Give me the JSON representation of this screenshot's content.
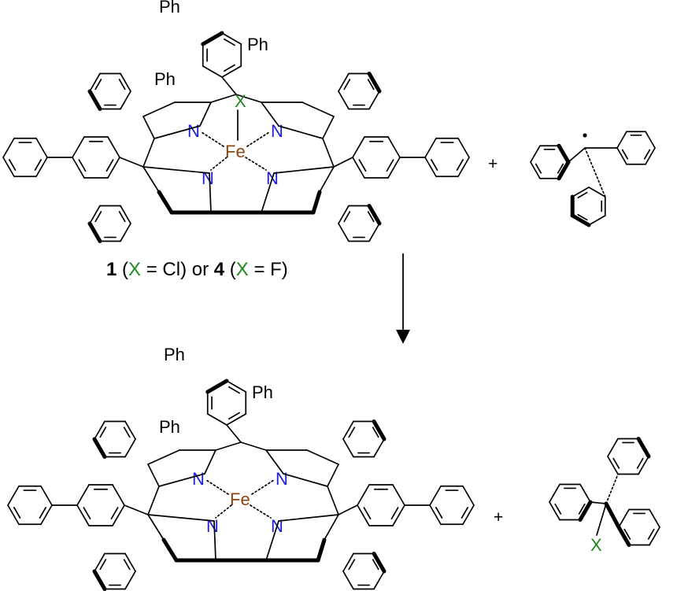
{
  "colors": {
    "nitrogen": "#1f1fd6",
    "iron": "#8b4513",
    "halogen": "#1f8a1f",
    "text": "#000000"
  },
  "labels": {
    "ph": "Ph",
    "n": "N",
    "fe": "Fe",
    "x": "X",
    "plus": "+"
  },
  "caption": {
    "n1": "1",
    "open": " (",
    "x1": "X",
    "mid1": " = Cl) or ",
    "n4": "4",
    "open2": " (",
    "x2": "X",
    "mid2": " = F)"
  }
}
